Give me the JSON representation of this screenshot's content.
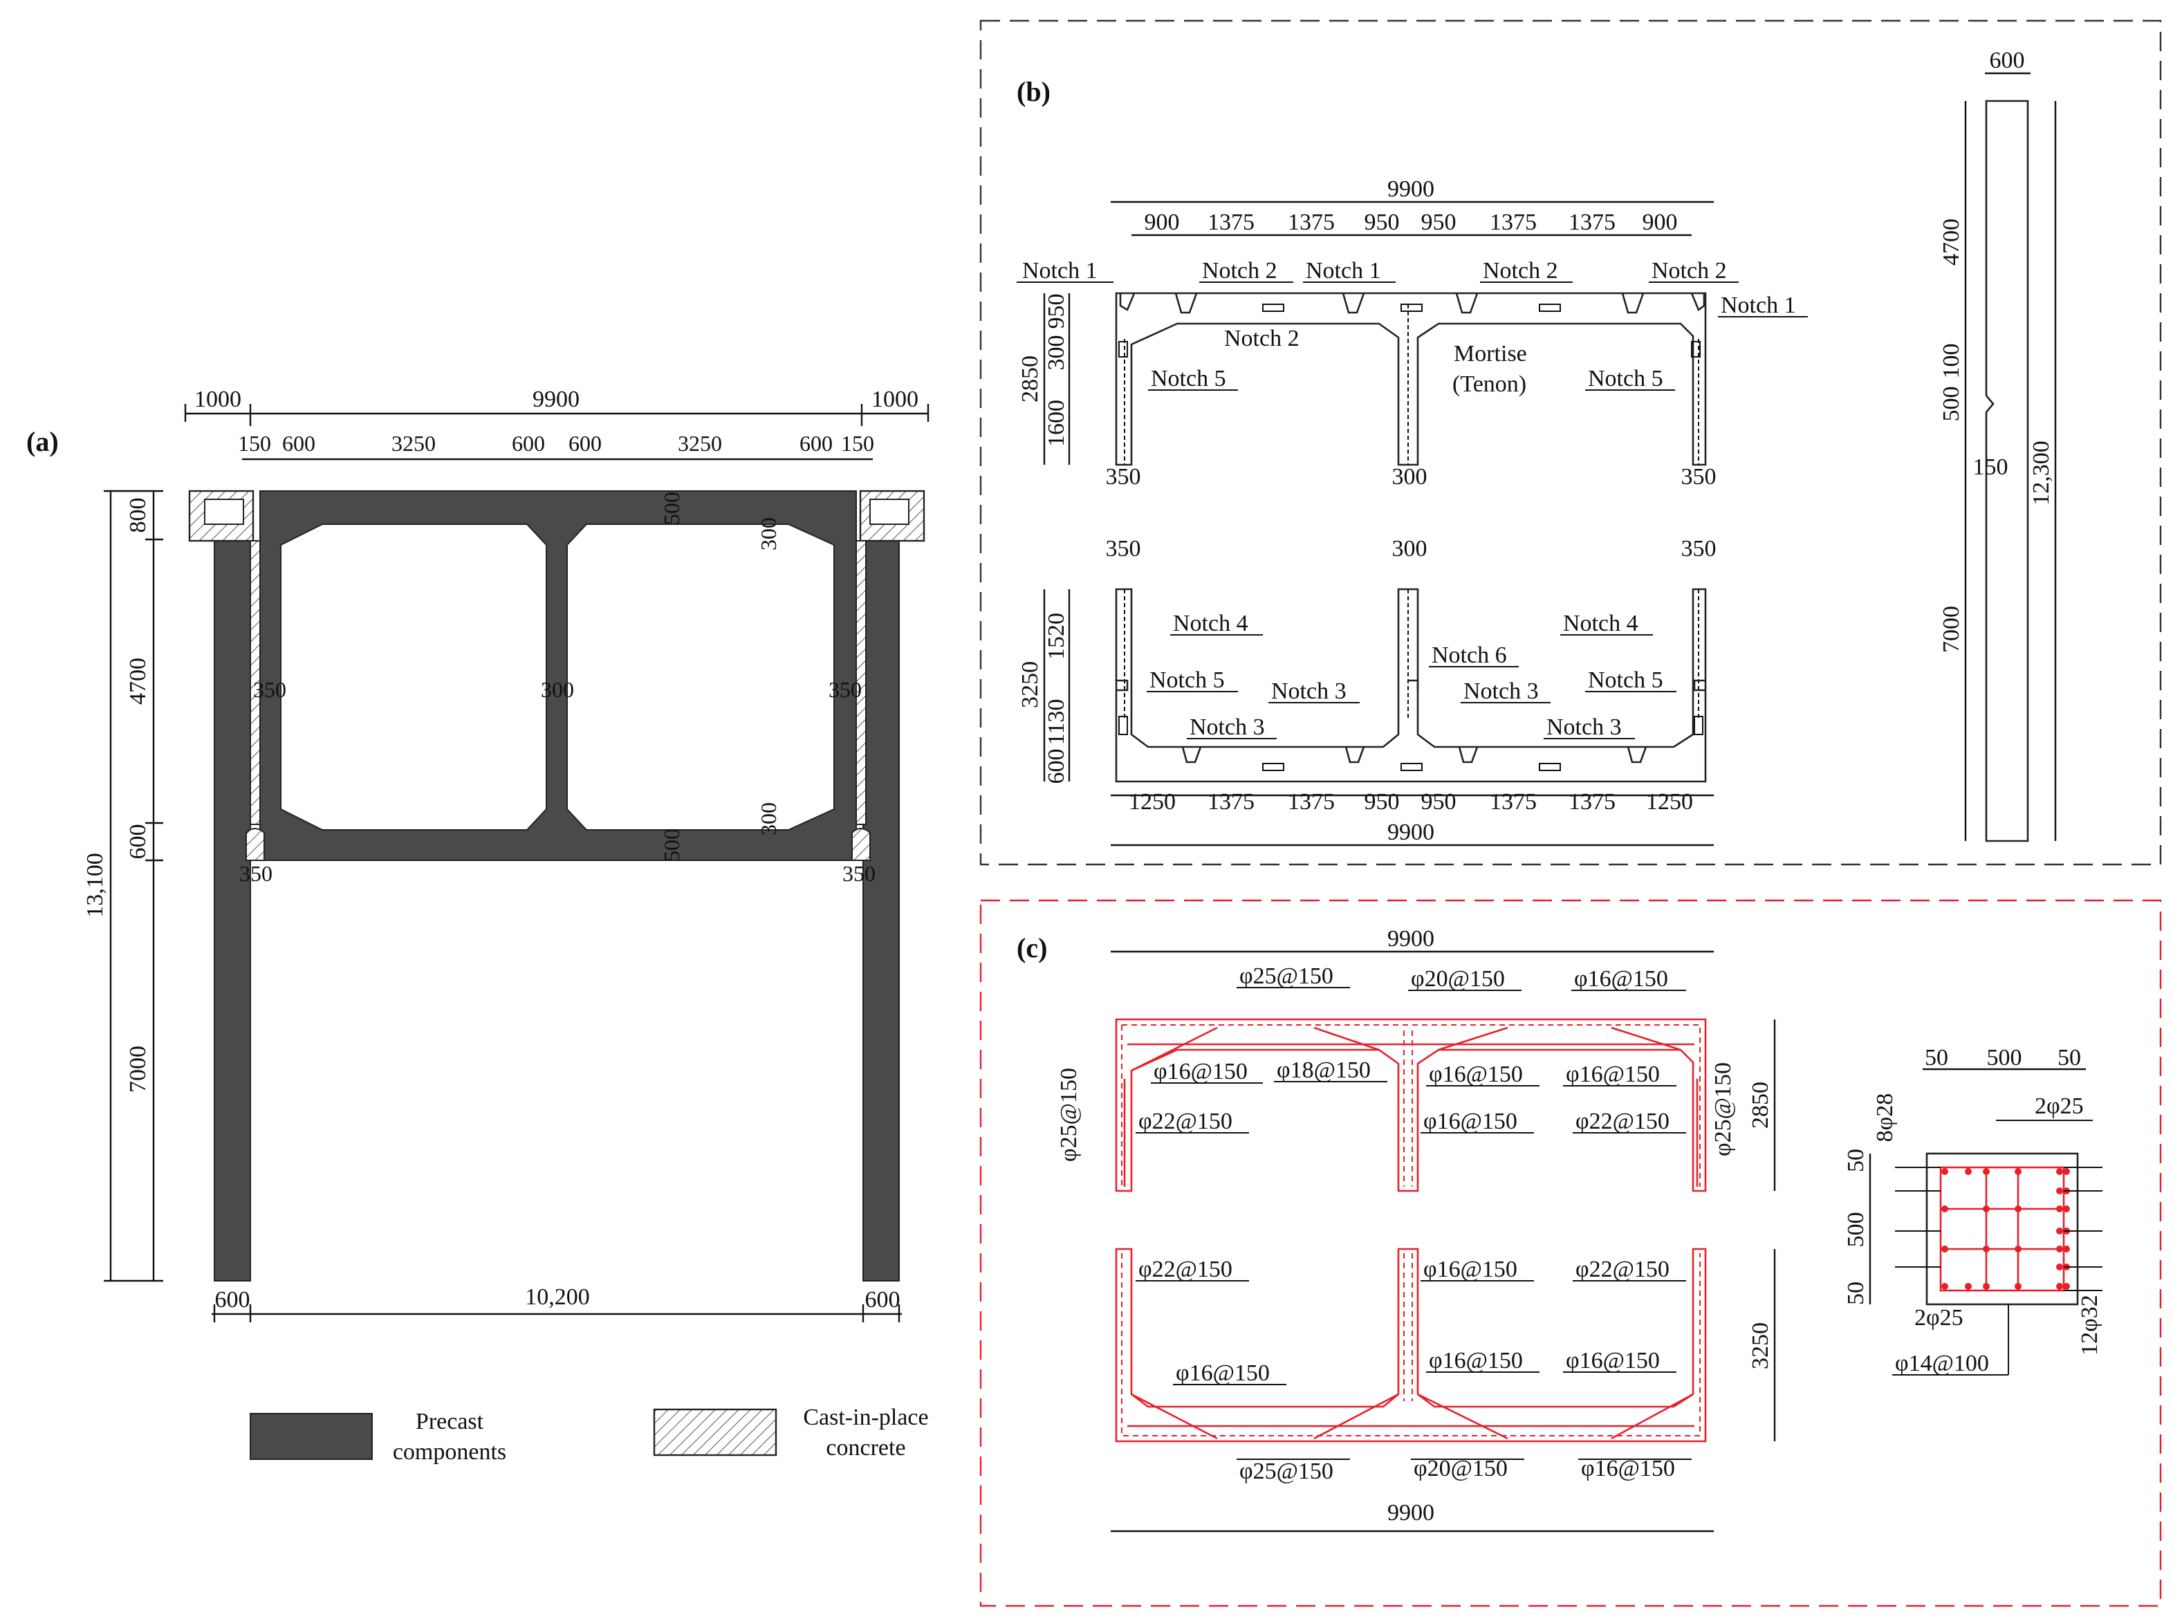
{
  "panel_a": {
    "label": "(a)",
    "top_dims": [
      "1000",
      "9900",
      "1000"
    ],
    "sub_dims": [
      "150",
      "600",
      "3250",
      "600",
      "600",
      "3250",
      "600",
      "150"
    ],
    "left_dims": [
      "800",
      "4700",
      "600",
      "7000"
    ],
    "total_height": "13,100",
    "wall_dims": [
      "350",
      "300",
      "350"
    ],
    "slab_dims": [
      "500",
      "500"
    ],
    "haunch_dims": [
      "300",
      "300"
    ],
    "joint_dims": [
      "350",
      "350"
    ],
    "bottom_dims": [
      "600",
      "10,200",
      "600"
    ],
    "legend": {
      "precast": [
        "Precast",
        "components"
      ],
      "cast": [
        "Cast-in-place",
        "concrete"
      ]
    },
    "colors": {
      "precast": "#4a4a4a",
      "hatch": "#555555"
    }
  },
  "panel_b": {
    "label": "(b)",
    "top_total": "9900",
    "top_segments": [
      "900",
      "1375",
      "1375",
      "950",
      "950",
      "1375",
      "1375",
      "900"
    ],
    "top_height": "2850",
    "top_left_dims": [
      "950",
      "300",
      "1600"
    ],
    "top_walls": [
      "350",
      "300",
      "350"
    ],
    "top_notes": {
      "n1a": "Notch 1",
      "n2a": "Notch 2",
      "n1b": "Notch 1",
      "n2b": "Notch 2",
      "n2c": "Notch 2",
      "n1c": "Notch 1",
      "n2d": "Notch 2",
      "mortise1": "Mortise",
      "mortise2": "(Tenon)",
      "n5a": "Notch 5",
      "n5b": "Notch 5"
    },
    "bot_walls": [
      "350",
      "300",
      "350"
    ],
    "bot_height": "3250",
    "bot_left_dims": [
      "1520",
      "1130",
      "600"
    ],
    "bot_notes": {
      "n4a": "Notch 4",
      "n5a": "Notch 5",
      "n3a": "Notch 3",
      "n3b": "Notch 3",
      "n6": "Notch 6",
      "n3c": "Notch 3",
      "n4b": "Notch 4",
      "n5b": "Notch 5",
      "n3d": "Notch 3"
    },
    "bot_segments": [
      "1250",
      "1375",
      "1375",
      "950",
      "950",
      "1375",
      "1375",
      "1250"
    ],
    "bot_total": "9900",
    "column": {
      "width": "600",
      "dims": [
        "4700",
        "100",
        "500",
        "7000"
      ],
      "inner": "150",
      "total": "12,300"
    }
  },
  "panel_c": {
    "label": "(c)",
    "top_total": "9900",
    "top_rebar": {
      "r1": "φ25@150",
      "r2": "φ20@150",
      "r3": "φ16@150",
      "r4": "φ16@150",
      "r5": "φ18@150",
      "r6": "φ16@150",
      "r7": "φ16@150",
      "r8": "φ25@150",
      "r9": "φ22@150",
      "r10": "φ16@150",
      "r11": "φ22@150",
      "r12": "φ25@150"
    },
    "top_height": "2850",
    "bot_rebar": {
      "r1": "φ22@150",
      "r2": "φ16@150",
      "r3": "φ22@150",
      "r4": "φ16@150",
      "r5": "φ16@150",
      "r6": "φ16@150",
      "r7": "φ25@150",
      "r8": "φ20@150",
      "r9": "φ16@150"
    },
    "bot_height": "3250",
    "bot_total": "9900",
    "column": {
      "top_dims": [
        "50",
        "500",
        "50"
      ],
      "left_dims": [
        "50",
        "500",
        "50"
      ],
      "bars_top": "8φ28",
      "bars_mid": "2φ25",
      "bars_low": "2φ25",
      "bars_side": "12φ32",
      "stirrup": "φ14@100"
    },
    "colors": {
      "rebar": "#e8202a",
      "frame": "#e8202a"
    }
  }
}
